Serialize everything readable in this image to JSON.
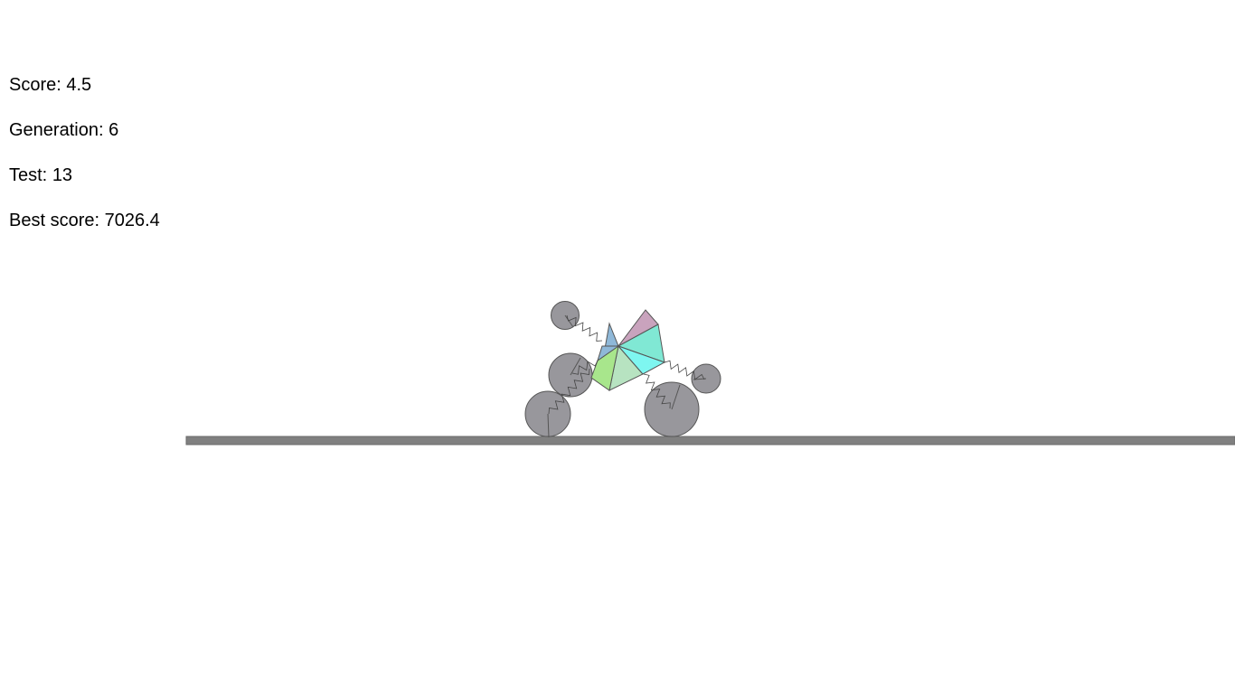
{
  "hud": {
    "score_label": "Score:",
    "score_value": "4.5",
    "generation_label": "Generation:",
    "generation_value": "6",
    "test_label": "Test:",
    "test_value": "13",
    "best_label": "Best score:",
    "best_value": "7026.4"
  },
  "colors": {
    "background": "#ffffff",
    "ground": "#808080",
    "wheel": "#98979c",
    "outline": "#555555",
    "spring": "#444444",
    "body_parts": [
      "#b7e3c1",
      "#a8e68c",
      "#8fb8d8",
      "#c9a3bd",
      "#80e8d4",
      "#7ef6f0"
    ]
  },
  "icons": {
    "wheel": "circle-shape",
    "spring": "zigzag-spring-shape"
  }
}
